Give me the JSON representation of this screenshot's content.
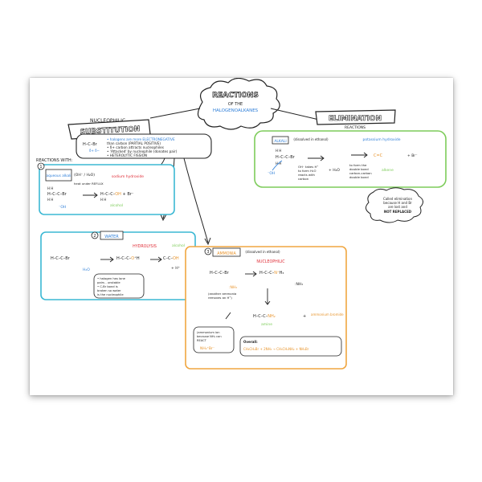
{
  "title": {
    "line1": "REACTIONS",
    "line2": "OF THE",
    "line3": "HALOGENOALKANES"
  },
  "substitution": {
    "label_top": "NUCLEOPHILIC",
    "label_main": "SUBSTITUTION",
    "notes": [
      "• halogens are more ELECTRONEGATIVE",
      "  than carbon (PARTIAL POSITIVE)",
      "• δ+ carbon attracts nucleophiles",
      "• 'Attacked' by nucleophile (donates pair)",
      "• HETEROLYTIC FISSION"
    ],
    "reactions_with": "REACTIONS WITH:"
  },
  "elimination": {
    "label_main": "ELIMINATION",
    "label_sub": "REACTIONS",
    "reagent": "ALKALI",
    "reagent_cond": "(dissolved in ethanol)",
    "product_word": "potassium hydroxide",
    "notes": [
      "OH⁻ takes H⁺",
      "to form H₂O",
      "reacts with",
      "carbon"
    ],
    "right_notes": [
      "to form the",
      "double bond",
      "carbon-carbon",
      "double bond"
    ],
    "alkene": "alkene",
    "water": "+ H₂O",
    "halide": "+ Br⁻"
  },
  "elim_note": {
    "lines": [
      "Called elimination",
      "because H and Br",
      "are lost and",
      "NOT REPLACED"
    ]
  },
  "aqueous": {
    "number": "1",
    "reagent": "aqueous alkali",
    "cond": "(OH⁻ / H₂O)",
    "heat": "heat under REFLUX",
    "product": "sodium hydroxide",
    "alcohol": "alcohol"
  },
  "water": {
    "number": "2",
    "reagent": "WATER",
    "type": "HYDROLYSIS",
    "product": "alcohol",
    "notes": [
      "• halogen has lone",
      "  pairs - unstable",
      "• C-Br bond is",
      "  broken so water",
      "  is the nucleophile"
    ]
  },
  "ammonia": {
    "number": "3",
    "reagent": "AMMONIA",
    "cond": "(dissolved in ethanol)",
    "type": "NUCLEOPHILIC",
    "product": "amine",
    "note": [
      "(another ammonia",
      "removes an H⁺)"
    ],
    "salt": "ammonium bromide",
    "excess_note": [
      "(ammonium ion",
      "because NH₃ can",
      "REACT"
    ],
    "overall": "Overall:",
    "equation": "CH₃CH₂Br + 2NH₃ → CH₃CH₂NH₂ + NH₄Br"
  },
  "colors": {
    "ink": "#222222",
    "green": "#7dcc5a",
    "cyan": "#3bb8d4",
    "orange": "#f0a640",
    "red": "#e0303a",
    "blue": "#2f7fd8",
    "orange_ink": "#e8952e"
  }
}
